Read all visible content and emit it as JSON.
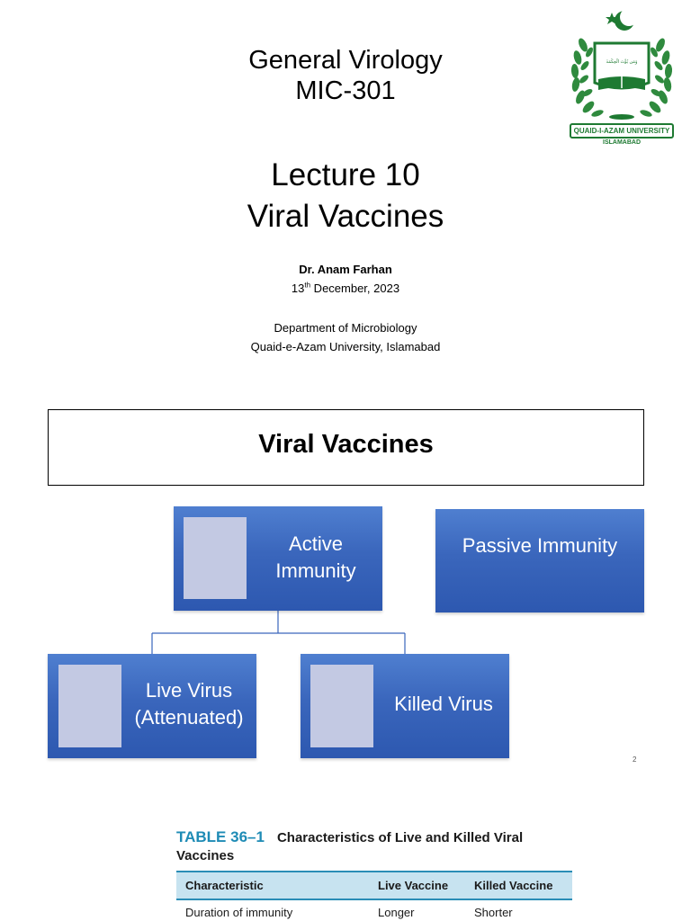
{
  "title_slide": {
    "course_name": "General Virology",
    "course_code": "MIC-301",
    "lecture_number": "Lecture 10",
    "lecture_title": "Viral Vaccines",
    "author": "Dr. Anam Farhan",
    "date_day": "13",
    "date_suffix": "th",
    "date_rest": " December, 2023",
    "department": "Department of Microbiology",
    "university": "Quaid-e-Azam University, Islamabad",
    "logo": {
      "banner_text": "QUAID-I-AZAM UNIVERSITY",
      "city_text": "ISLAMABAD",
      "motto_text": "وَمَن يُؤْتَ الْحِكْمَةَ",
      "icon": "university-crest",
      "color": "#1e7a32"
    }
  },
  "vaccine_slide": {
    "heading": "Viral Vaccines",
    "nodes": {
      "active": "Active Immunity",
      "passive": "Passive Immunity",
      "live": "Live Virus (Attenuated)",
      "killed": "Killed Virus"
    },
    "node_color": "#3a66bc",
    "page_number": "2"
  },
  "table_slide": {
    "table_number": "TABLE 36–1",
    "table_caption": "Characteristics of Live and Killed Viral Vaccines",
    "headers": [
      "Characteristic",
      "Live Vaccine",
      "Killed Vaccine"
    ],
    "rows": [
      [
        "Duration of immunity",
        "Longer",
        "Shorter"
      ]
    ],
    "header_color": "#c7e3f0",
    "accent_color": "#1e8bb5"
  }
}
